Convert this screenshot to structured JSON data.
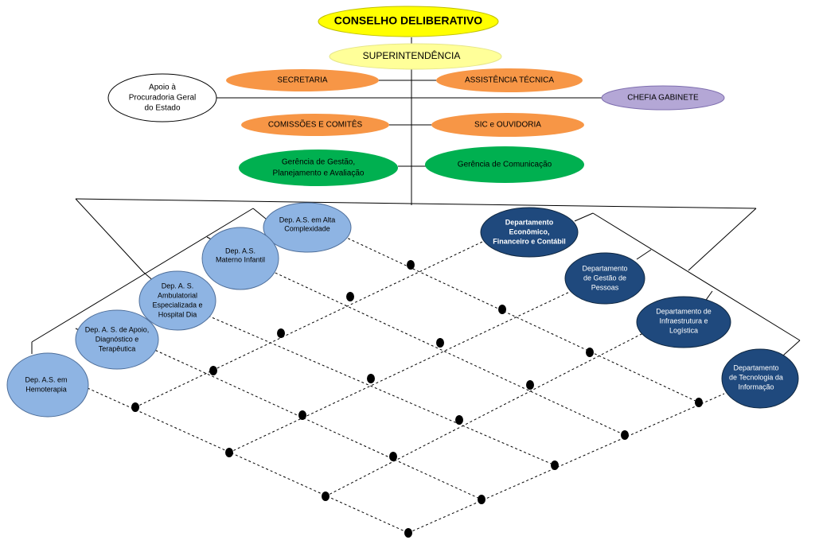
{
  "top": {
    "council": "CONSELHO DELIBERATIVO",
    "superintendency": "SUPERINTENDÊNCIA",
    "secretariat": "SECRETARIA",
    "technical_assistance": "ASSISTÊNCIA TÉCNICA",
    "legal_support": [
      "Apoio à",
      "Procuradoria Geral",
      "do Estado"
    ],
    "cabinet_head": "CHEFIA GABINETE",
    "committees": "COMISSÕES E COMITÊS",
    "sic_ombudsman": "SIC e OUVIDORIA",
    "management_mgmt": [
      "Gerência de Gestão,",
      "Planejamento e Avaliação"
    ],
    "management_comm": "Gerência de Comunicação"
  },
  "care_departments": [
    [
      "Dep. A.S. em Alta",
      "Complexidade"
    ],
    [
      "Dep. A.S.",
      "Materno Infantil"
    ],
    [
      "Dep. A. S.",
      "Ambulatorial",
      "Especializada e",
      "Hospital Dia"
    ],
    [
      "Dep. A. S. de Apoio,",
      "Diagnóstico e",
      "Terapêutica"
    ],
    [
      "Dep. A.S. em",
      "Hemoterapia"
    ]
  ],
  "admin_departments": [
    [
      "Departamento",
      "Econômico,",
      "Financeiro e Contábil"
    ],
    [
      "Departamento",
      "de Gestão de",
      "Pessoas"
    ],
    [
      "Departamento de",
      "Infraestrutura e",
      "Logística"
    ],
    [
      "Departamento",
      "de Tecnologia da",
      "Informação"
    ]
  ],
  "colors": {
    "council": "#ffff00",
    "superintendency": "#ffff99",
    "orange": "#f79646",
    "purple": "#b4a7d6",
    "green": "#00b050",
    "care": "#8eb4e3",
    "admin": "#1f497d"
  }
}
